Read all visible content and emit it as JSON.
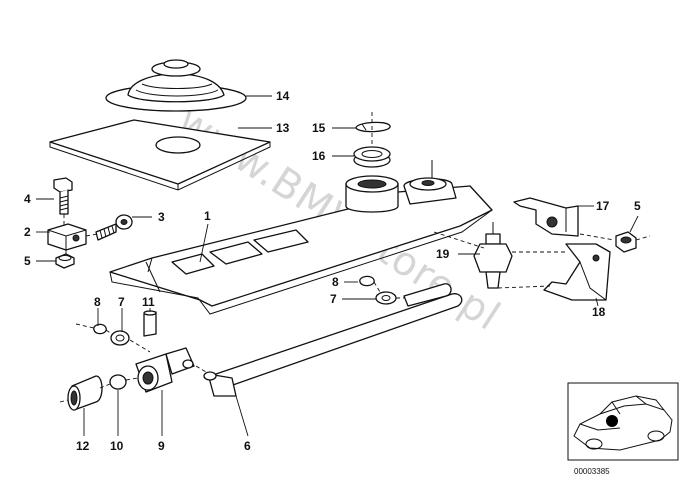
{
  "watermark": "www.BMWstore.pl",
  "document_id": "00003385",
  "parts": {
    "p1": "1",
    "p2": "2",
    "p3": "3",
    "p4": "4",
    "p5a": "5",
    "p5b": "5",
    "p6": "6",
    "p7a": "7",
    "p7b": "7",
    "p8a": "8",
    "p8b": "8",
    "p9": "9",
    "p10": "10",
    "p11": "11",
    "p12": "12",
    "p13": "13",
    "p14": "14",
    "p15": "15",
    "p16": "16",
    "p17": "17",
    "p18": "18",
    "p19": "19"
  },
  "colors": {
    "line": "#111111",
    "background": "#ffffff",
    "marker": "#000000"
  }
}
